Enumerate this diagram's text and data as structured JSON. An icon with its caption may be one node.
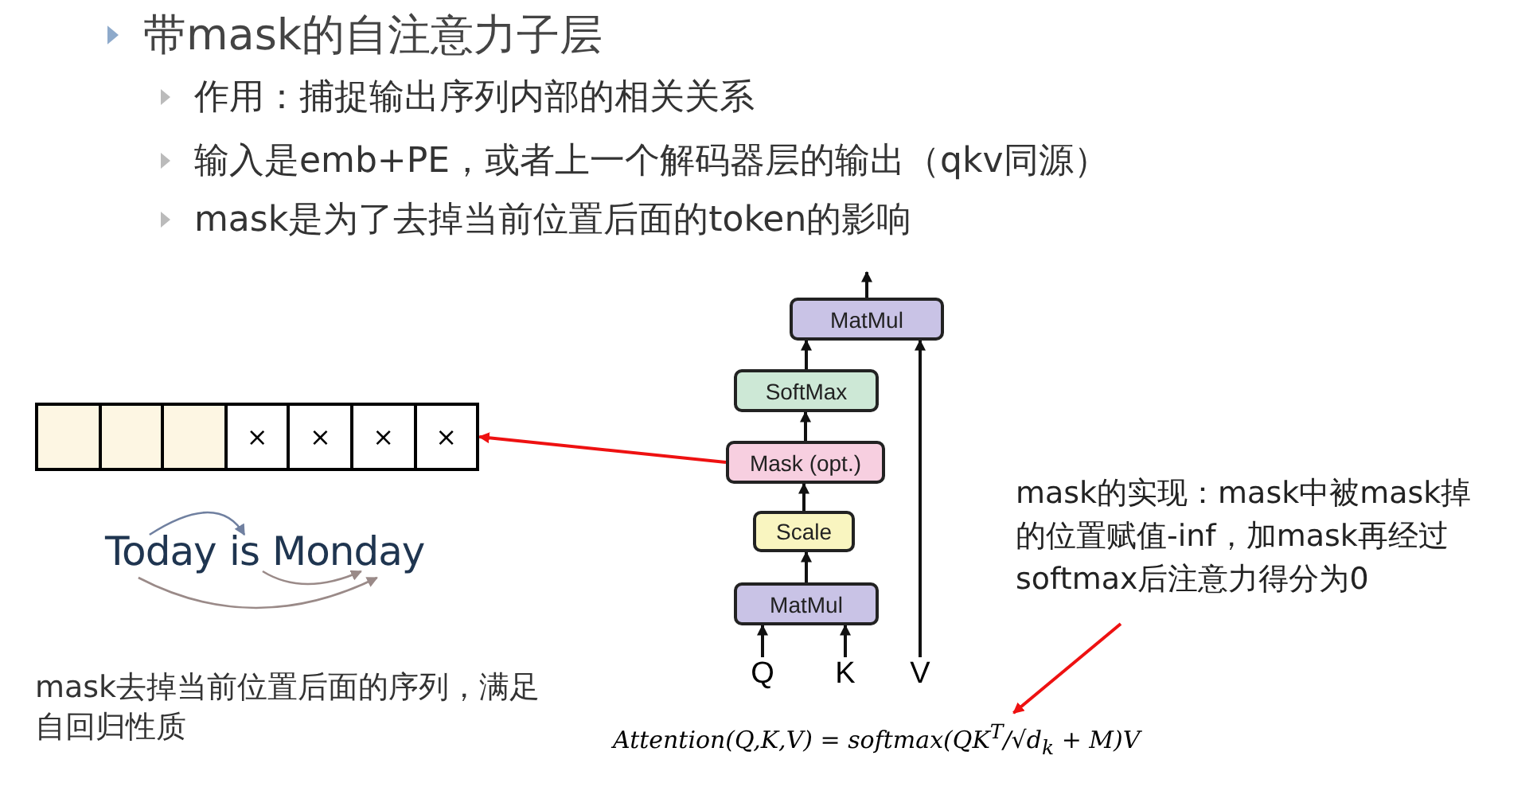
{
  "diagram": {
    "title": "带mask的自注意力子层",
    "nodes": [
      {
        "text": [
          "MatMul"
        ]
      },
      {
        "text": [
          "SoftMax"
        ]
      },
      {
        "text": [
          "Mask (opt.)"
        ]
      },
      {
        "text": [
          "Scale"
        ]
      },
      {
        "text": [
          "MatMul"
        ]
      },
      {
        "text": [
          "Q"
        ]
      },
      {
        "text": [
          "K"
        ]
      },
      {
        "text": [
          "V"
        ]
      },
      {
        "text": [
          "×",
          "×",
          "×",
          "×"
        ]
      },
      {
        "text": [
          "mask的实现：mask中被mask掉的位置赋值-inf，加mask再经过softmax后注意力得分为0"
        ]
      },
      {
        "text": [
          "Attention(Q,K,V) = softmax(QK$^{T}$/√d$_{k}$ + M)V"
        ]
      },
      {
        "text": [
          "Today"
        ]
      },
      {
        "text": [
          "is"
        ]
      },
      {
        "text": [
          "Monday"
        ]
      }
    ],
    "edges": [
      {
        "from": 4,
        "to": 3,
        "arrow": "to"
      },
      {
        "from": 3,
        "to": 2,
        "arrow": "to"
      },
      {
        "from": 2,
        "to": 1,
        "arrow": "to"
      },
      {
        "from": 1,
        "to": 0,
        "arrow": "to"
      },
      {
        "from": 0,
        "to": null,
        "arrow": "to"
      },
      {
        "from": 5,
        "to": 4,
        "arrow": "to"
      },
      {
        "from": 6,
        "to": 4,
        "arrow": "to"
      },
      {
        "from": 7,
        "to": 0,
        "arrow": "to"
      },
      {
        "from": 2,
        "to": 8,
        "arrow": "to",
        "color": "#ee1111"
      },
      {
        "from": 9,
        "to": 10,
        "arrow": "to",
        "color": "#ee1111"
      },
      {
        "from": 11,
        "to": 12,
        "arrow": "to",
        "color": "#7080a0"
      },
      {
        "from": 12,
        "to": 13,
        "arrow": "to",
        "color": "#9a8a88"
      },
      {
        "from": 11,
        "to": 13,
        "arrow": "to",
        "color": "#9a8a88"
      }
    ],
    "labels": [
      "作用：捕捉输出序列内部的相关关系",
      "输入是emb+PE，或者上一个解码器层的输出（qkv同源）",
      "mask是为了去掉当前位置后面的token的影响",
      "mask去掉当前位置后面的序列，满足自回归性质"
    ]
  }
}
